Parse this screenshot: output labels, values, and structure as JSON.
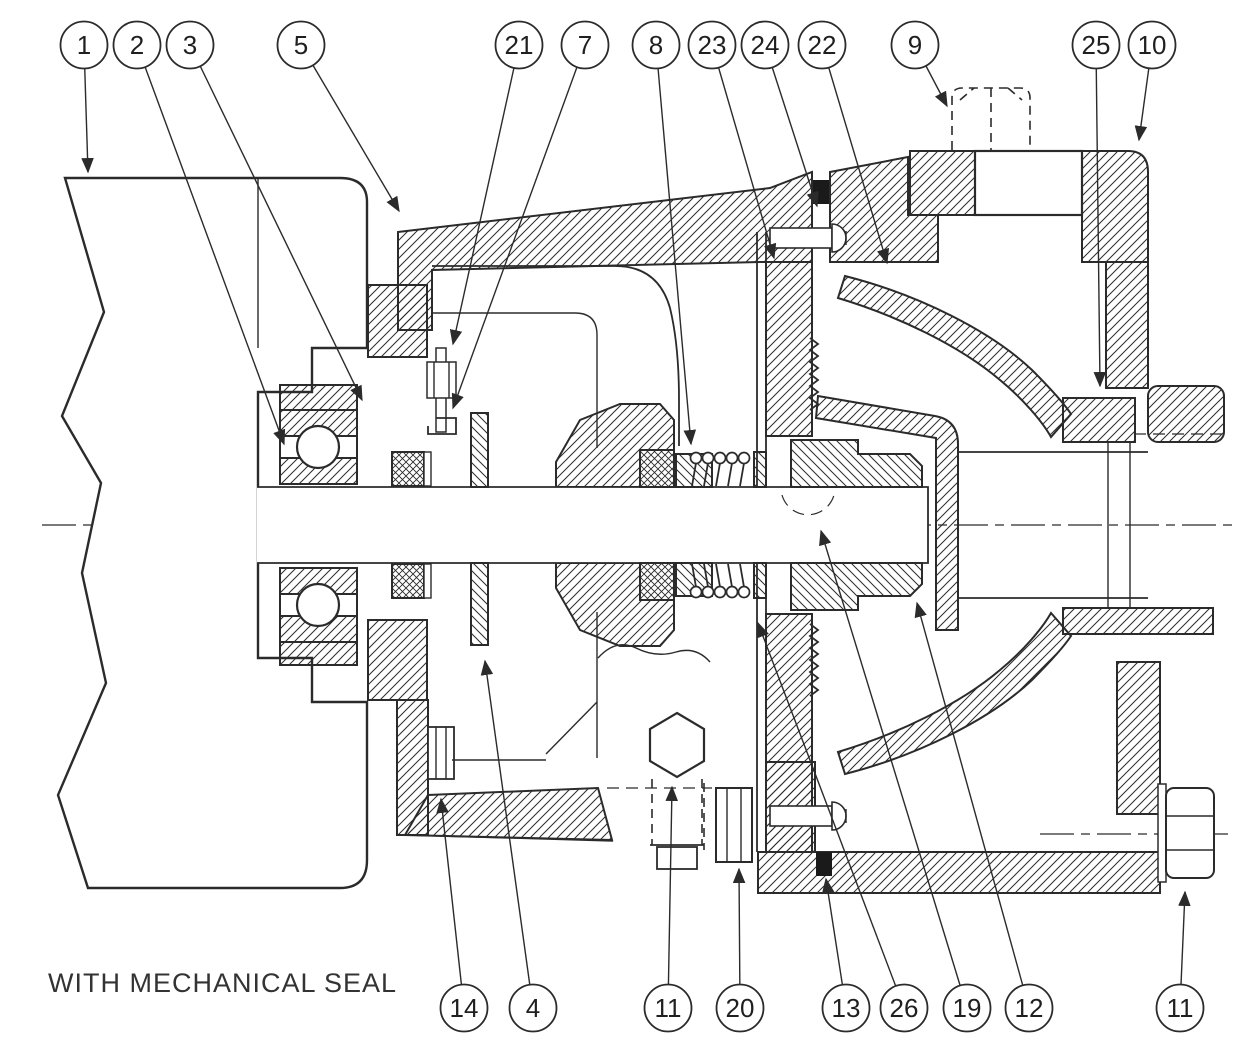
{
  "drawing": {
    "caption": "WITH MECHANICAL SEAL",
    "stroke_color": "#2b2b2b",
    "background": "#ffffff",
    "gasket_color": "#1a1a1a"
  },
  "balloons": [
    {
      "label": "1"
    },
    {
      "label": "2"
    },
    {
      "label": "3"
    },
    {
      "label": "5"
    },
    {
      "label": "21"
    },
    {
      "label": "7"
    },
    {
      "label": "8"
    },
    {
      "label": "23"
    },
    {
      "label": "24"
    },
    {
      "label": "22"
    },
    {
      "label": "9"
    },
    {
      "label": "25"
    },
    {
      "label": "10"
    },
    {
      "label": "14"
    },
    {
      "label": "4"
    },
    {
      "label": "11"
    },
    {
      "label": "20"
    },
    {
      "label": "13"
    },
    {
      "label": "26"
    },
    {
      "label": "19"
    },
    {
      "label": "12"
    },
    {
      "label": "11"
    }
  ]
}
